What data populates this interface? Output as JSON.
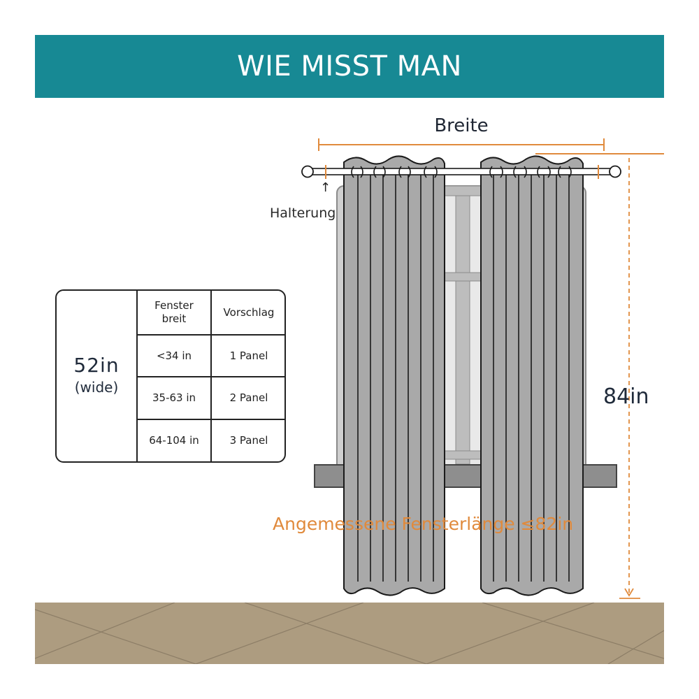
{
  "banner": {
    "title": "WIE MISST MAN"
  },
  "diagram": {
    "width_label": "Breite",
    "bracket_label": "Halterung",
    "bracket_arrow": "↑",
    "height_label": "84in",
    "length_note": "Angemessene Fensterlänge ≤82in"
  },
  "size_table": {
    "size_value": "52in",
    "size_note": "(wide)",
    "headers": [
      "Fenster breit",
      "Vorschlag"
    ],
    "header_1_lines": [
      "Fenster",
      "breit"
    ],
    "rows": [
      [
        "<34 in",
        "1 Panel"
      ],
      [
        "35-63 in",
        "2 Panel"
      ],
      [
        "64-104 in",
        "3 Panel"
      ]
    ]
  },
  "colors": {
    "banner": "#178994",
    "accent_orange": "#e08a3c",
    "curtain": "#a9a9a9",
    "floor": "#ad9c80",
    "frame": "#c9c9c9"
  },
  "icons": [
    "curtain-rod-icon",
    "curtain-panel-icon",
    "window-frame-icon"
  ]
}
